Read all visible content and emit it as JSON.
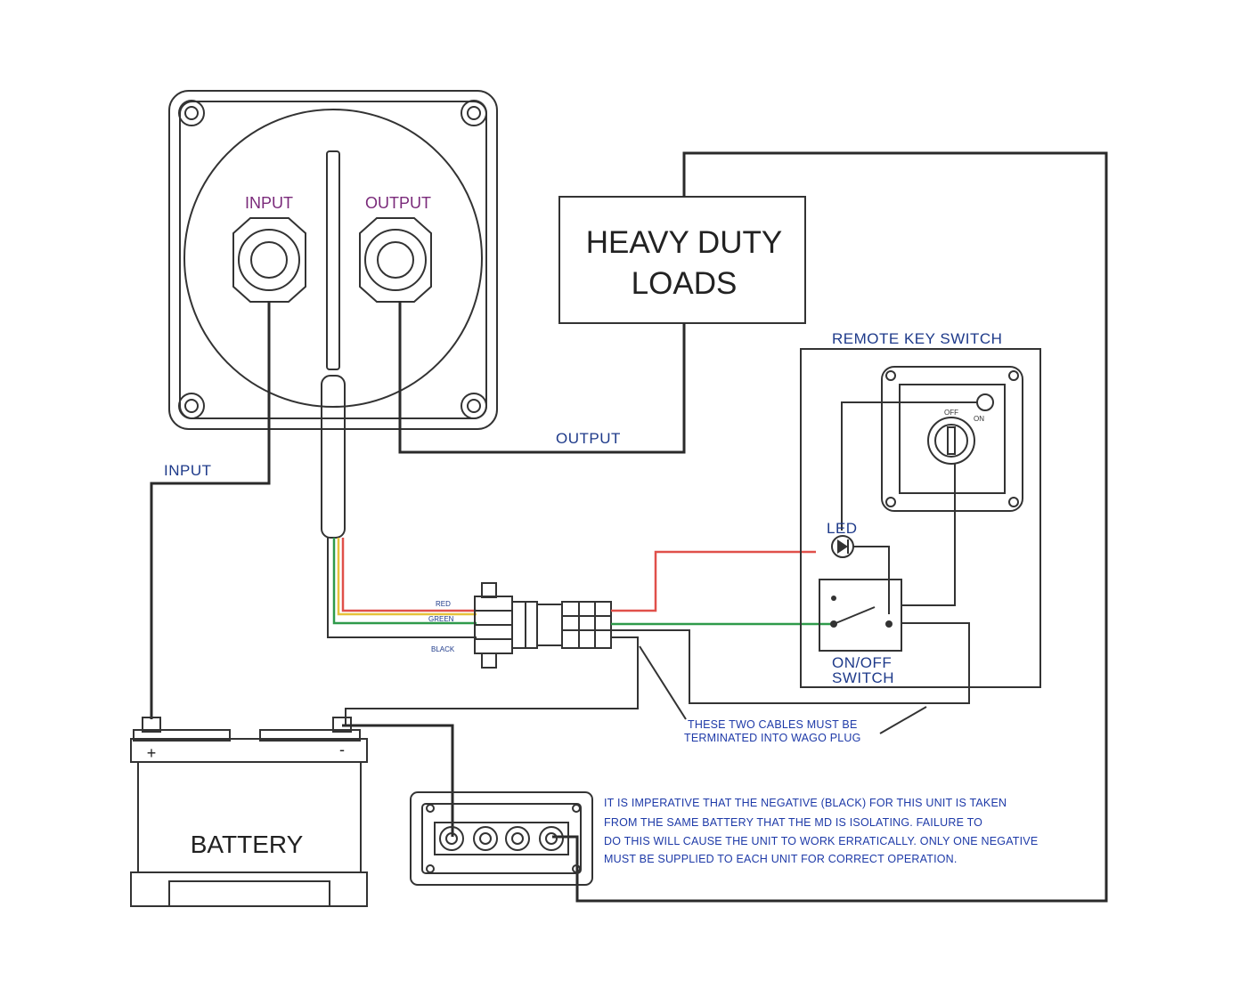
{
  "labels": {
    "isolator_input": "INPUT",
    "isolator_output": "OUTPUT",
    "heavy_duty_line1": "HEAVY DUTY",
    "heavy_duty_line2": "LOADS",
    "remote_key_switch": "REMOTE KEY SWITCH",
    "key_off": "OFF",
    "key_on": "ON",
    "output_wire": "OUTPUT",
    "input_wire": "INPUT",
    "led": "LED",
    "onoff_line1": "ON/OFF",
    "onoff_line2": "SWITCH",
    "wire_red": "RED",
    "wire_green": "GREEN",
    "wire_black": "BLACK",
    "cables_note_line1": "THESE TWO CABLES MUST BE",
    "cables_note_line2": "TERMINATED INTO WAGO PLUG",
    "battery": "BATTERY",
    "plus": "+",
    "minus": "-"
  },
  "warning_note": {
    "line1": "IT IS IMPERATIVE THAT THE NEGATIVE (BLACK) FOR THIS UNIT IS TAKEN",
    "line2": "FROM THE SAME BATTERY THAT THE MD IS ISOLATING. FAILURE TO",
    "line3": "DO THIS WILL CAUSE THE UNIT TO WORK ERRATICALLY. ONLY ONE NEGATIVE",
    "line4": "MUST BE SUPPLIED TO EACH UNIT FOR CORRECT OPERATION."
  },
  "colors": {
    "wire_red": "#e0504a",
    "wire_green": "#2f9a4a",
    "wire_yellow": "#e6c23a",
    "wire_black": "#2a2a2a",
    "label_blue": "#1e3a8a",
    "label_purple": "#7a2a7a"
  }
}
